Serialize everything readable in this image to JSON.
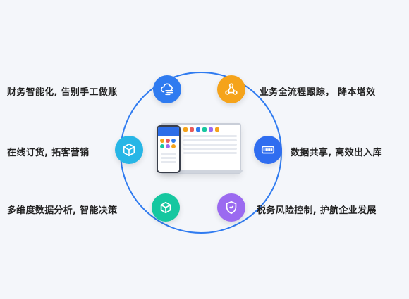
{
  "features": {
    "finance": {
      "label": "财务智能化, 告别手工做账",
      "icon": "cloud-flow-icon",
      "color": "#2f7bf0"
    },
    "tracking": {
      "label": "业务全流程跟踪， 降本增效",
      "icon": "network-share-icon",
      "color": "#f5a31a"
    },
    "online_order": {
      "label": "在线订货, 拓客营销",
      "icon": "box-icon",
      "color": "#27b6e6"
    },
    "data_share": {
      "label": "数据共享, 高效出入库",
      "icon": "storage-icon",
      "color": "#2f6df0"
    },
    "analysis": {
      "label": "多维度数据分析, 智能决策",
      "icon": "cube-network-icon",
      "color": "#16c7a0"
    },
    "risk": {
      "label": "税务风险控制, 护航企业发展",
      "icon": "shield-icon",
      "color": "#9b6af0"
    }
  }
}
